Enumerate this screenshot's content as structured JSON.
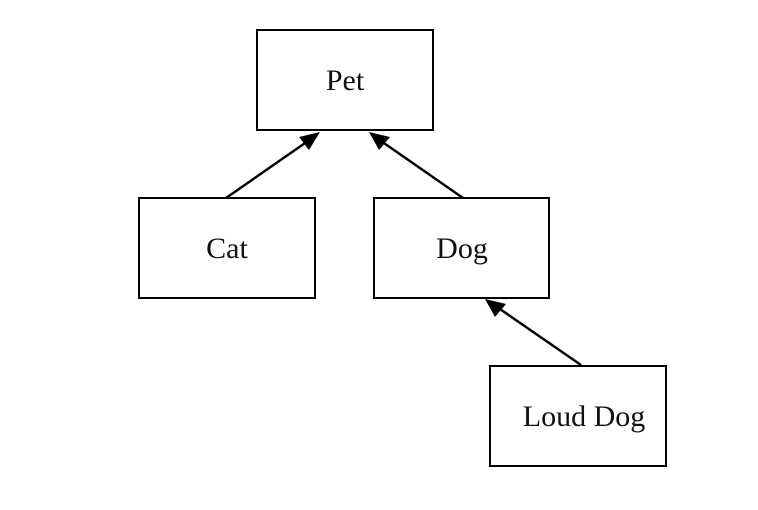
{
  "diagram": {
    "nodes": {
      "pet": {
        "label": "Pet"
      },
      "cat": {
        "label": "Cat"
      },
      "dog": {
        "label": "Dog"
      },
      "loud_dog": {
        "label": "Loud Dog"
      }
    },
    "edges": [
      {
        "from": "cat",
        "to": "pet"
      },
      {
        "from": "dog",
        "to": "pet"
      },
      {
        "from": "loud_dog",
        "to": "dog"
      }
    ],
    "colors": {
      "stroke": "#000000",
      "text": "#111111",
      "background": "#ffffff"
    }
  }
}
